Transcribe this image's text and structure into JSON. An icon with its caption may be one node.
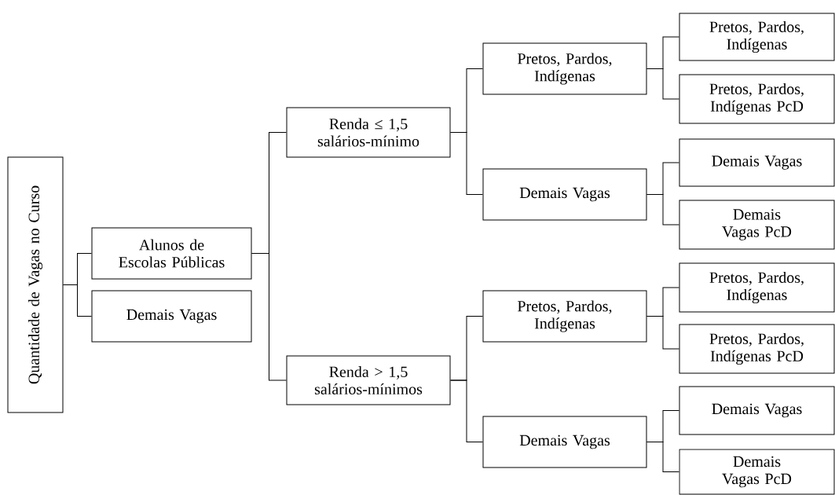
{
  "diagram": {
    "nodes": [
      {
        "text": [
          "Quantidade de Vagas no Curso"
        ]
      },
      {
        "text": [
          "Alunos de Escolas Públicas"
        ]
      },
      {
        "text": [
          "Demais Vagas"
        ]
      },
      {
        "text": [
          "Renda ≤ 1,5 salários-mínimo"
        ]
      },
      {
        "text": [
          "Renda > 1,5 salários-mínimos"
        ]
      },
      {
        "text": [
          "Pretos, Pardos, Indígenas"
        ]
      },
      {
        "text": [
          "Demais Vagas"
        ]
      },
      {
        "text": [
          "Pretos, Pardos, Indígenas"
        ]
      },
      {
        "text": [
          "Demais Vagas"
        ]
      },
      {
        "text": [
          "Pretos, Pardos, Indígenas"
        ]
      },
      {
        "text": [
          "Pretos, Pardos, Indígenas PcD"
        ]
      },
      {
        "text": [
          "Demais Vagas"
        ]
      },
      {
        "text": [
          "Demais Vagas PcD"
        ]
      },
      {
        "text": [
          "Pretos, Pardos, Indígenas"
        ]
      },
      {
        "text": [
          "Pretos, Pardos, Indígenas PcD"
        ]
      },
      {
        "text": [
          "Demais Vagas"
        ]
      },
      {
        "text": [
          "Demais Vagas PcD"
        ]
      }
    ],
    "edges": [
      {
        "from": 0,
        "to": 1,
        "arrow": "none"
      },
      {
        "from": 0,
        "to": 2,
        "arrow": "none"
      },
      {
        "from": 1,
        "to": 3,
        "arrow": "none"
      },
      {
        "from": 1,
        "to": 4,
        "arrow": "none"
      },
      {
        "from": 3,
        "to": 5,
        "arrow": "none"
      },
      {
        "from": 3,
        "to": 6,
        "arrow": "none"
      },
      {
        "from": 4,
        "to": 7,
        "arrow": "none"
      },
      {
        "from": 4,
        "to": 8,
        "arrow": "none"
      },
      {
        "from": 5,
        "to": 9,
        "arrow": "none"
      },
      {
        "from": 5,
        "to": 10,
        "arrow": "none"
      },
      {
        "from": 6,
        "to": 11,
        "arrow": "none"
      },
      {
        "from": 6,
        "to": 12,
        "arrow": "none"
      },
      {
        "from": 7,
        "to": 13,
        "arrow": "none"
      },
      {
        "from": 7,
        "to": 14,
        "arrow": "none"
      },
      {
        "from": 8,
        "to": 15,
        "arrow": "none"
      },
      {
        "from": 8,
        "to": 16,
        "arrow": "none"
      }
    ]
  }
}
